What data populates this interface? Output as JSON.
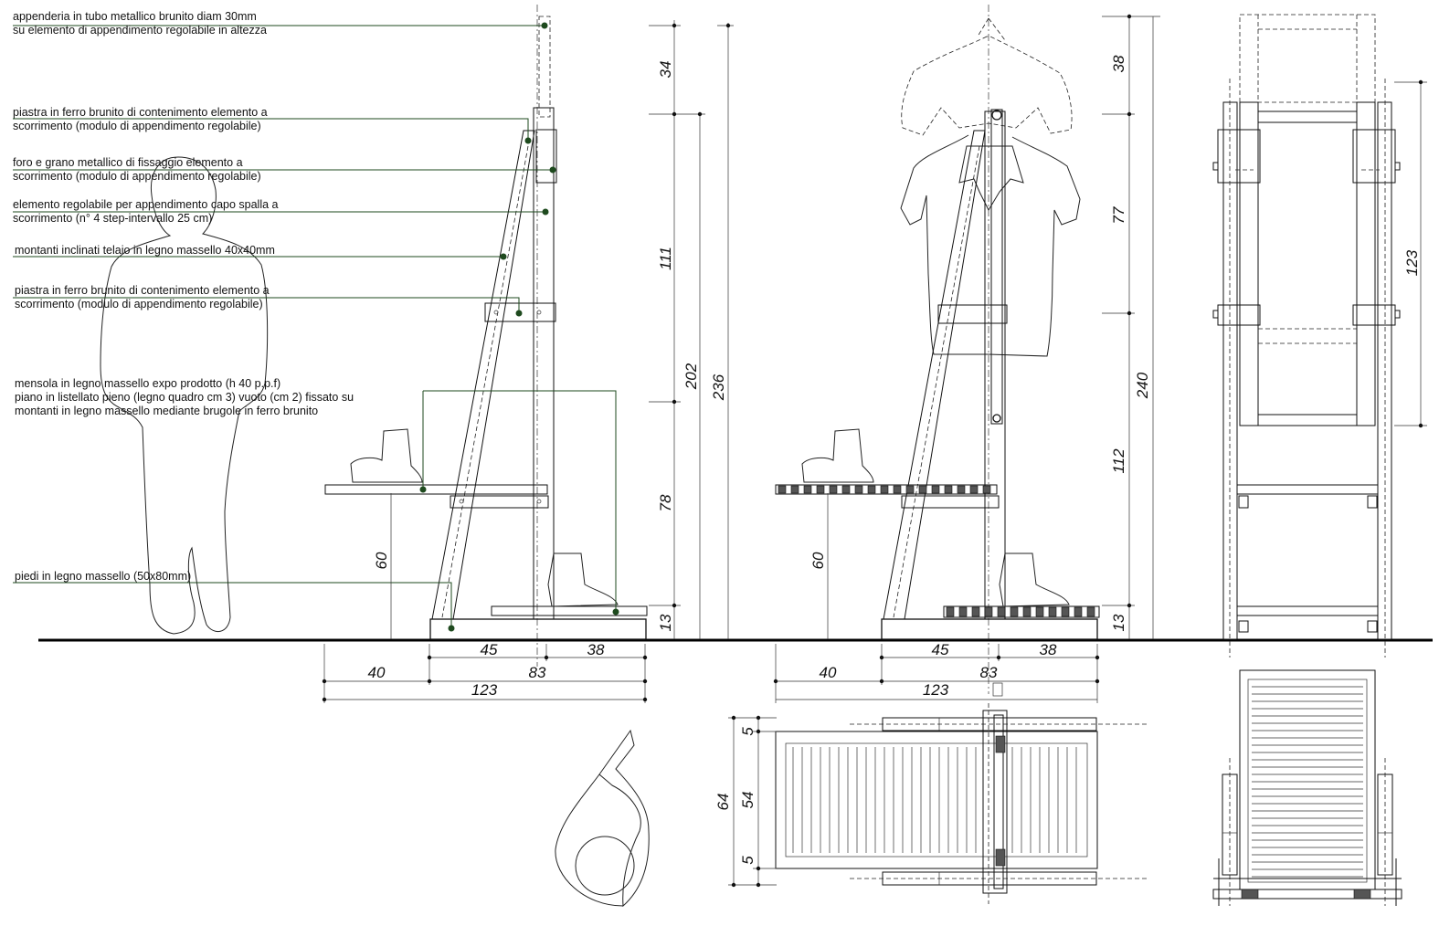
{
  "notes": [
    {
      "lines": [
        "appenderia in tubo metallico brunito diam 30mm",
        "su elemento di appendimento regolabile in altezza"
      ]
    },
    {
      "lines": [
        "piastra in ferro brunito di contenimento elemento a",
        "scorrimento (modulo di appendimento regolabile)"
      ]
    },
    {
      "lines": [
        "foro e grano metallico di fissaggio elemento a",
        "scorrimento (modulo di appendimento regolabile)"
      ]
    },
    {
      "lines": [
        "elemento regolabile per appendimento capo spalla a",
        "scorrimento (n° 4 step-intervallo 25 cm)"
      ]
    },
    {
      "lines": [
        "montanti inclinati telaio in legno massello 40x40mm"
      ]
    },
    {
      "lines": [
        "piastra in ferro brunito di contenimento elemento a",
        "scorrimento (modulo di appendimento regolabile)"
      ]
    },
    {
      "lines": [
        "mensola in legno massello expo prodotto (h 40 p.p.f)",
        "piano in listellato pieno (legno quadro cm 3) vuoto (cm 2) fissato su",
        "montanti in legno massello mediante brugole in ferro brunito"
      ]
    },
    {
      "lines": [
        "piedi  in legno massello (50x80mm)"
      ]
    }
  ],
  "dimensions": {
    "side_view": {
      "top_offset": "34",
      "upper": "111",
      "middle": "202",
      "overall": "236",
      "lower": "78",
      "base": "13",
      "shelf_height": "60",
      "front_depth": "45",
      "back_depth": "38",
      "overhang": "40",
      "base_depth": "83",
      "total_depth": "123"
    },
    "side_view_dressed": {
      "top_offset": "38",
      "upper": "77",
      "middle": "112",
      "overall": "240",
      "base": "13",
      "shelf_height": "60",
      "front_depth": "45",
      "back_depth": "38",
      "overhang": "40",
      "base_depth": "83",
      "total_depth": "123"
    },
    "front_view": {
      "adjust_range": "123"
    },
    "plan_view": {
      "margin_top": "5",
      "shelf_depth": "54",
      "margin_bottom": "5",
      "overall_width": "64"
    }
  },
  "colors": {
    "leader": "#1e4a1e",
    "line": "#111111"
  }
}
